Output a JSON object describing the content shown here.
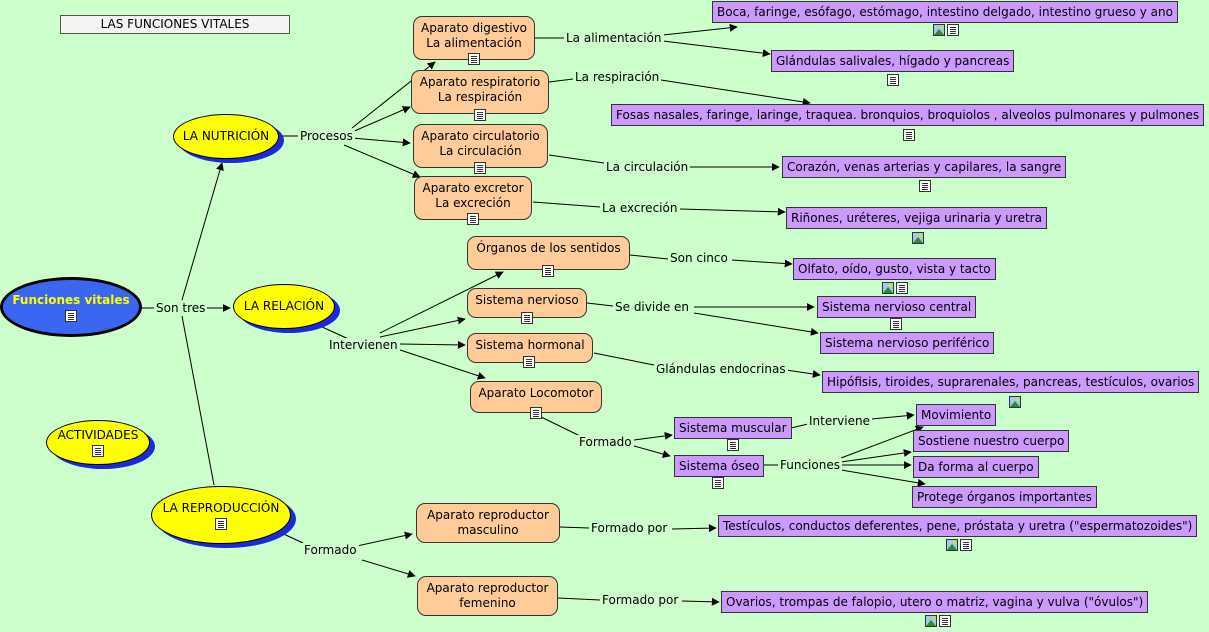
{
  "title": "LAS FUNCIONES VITALES",
  "root": "Funciones vitales",
  "main_nodes": {
    "nutricion": "LA NUTRICIÓN",
    "relacion": "LA RELACIÓN",
    "actividades": "ACTIVIDADES",
    "reproduccion": "LA REPRODUCCIÓN"
  },
  "labels": {
    "son_tres": "Son tres",
    "procesos": "Procesos",
    "intervienen": "Intervienen",
    "formado": "Formado",
    "la_alimentacion": "La alimentación",
    "la_respiracion": "La respiración",
    "la_circulacion": "La circulación",
    "la_excrecion": "La excreción",
    "son_cinco": "Son cinco",
    "se_divide_en": "Se divide en",
    "glandulas_endocrinas": "Glándulas endocrinas",
    "formado_loco": "Formado",
    "interviene": "Interviene",
    "funciones": "Funciones",
    "formado_por_m": "Formado por",
    "formado_por_f": "Formado por"
  },
  "orange": {
    "digestivo": [
      "Aparato digestivo",
      "La alimentación"
    ],
    "respiratorio": [
      "Aparato respiratorio",
      "La respiración"
    ],
    "circulatorio": [
      "Aparato circulatorio",
      "La circulación"
    ],
    "excretor": [
      "Aparato excretor",
      "La excreción"
    ],
    "sentidos": [
      "Órganos de los sentidos"
    ],
    "nervioso": [
      "Sistema nervioso"
    ],
    "hormonal": [
      "Sistema hormonal"
    ],
    "locomotor": [
      "Aparato Locomotor"
    ],
    "masculino": [
      "Aparato reproductor",
      "masculino"
    ],
    "femenino": [
      "Aparato reproductor",
      "femenino"
    ]
  },
  "purple": {
    "boca": "Boca, faringe, esófago, estómago, intestino delgado, intestino grueso y ano",
    "glandulas_salivales": "Glándulas salivales, hígado y pancreas",
    "fosas": "Fosas nasales, faringe, laringe, traquea. bronquios, broquiolos , alveolos pulmonares y pulmones",
    "corazon": "Corazón, venas arterias y capilares, la sangre",
    "rinones": "Riñones, uréteres, vejiga urinaria y uretra",
    "olfato": "Olfato, oído, gusto, vista y tacto",
    "snc": "Sistema nervioso central",
    "snp": "Sistema nervioso periférico",
    "hipofisis": "Hipófisis, tiroides, suprarenales, pancreas, testículos, ovarios",
    "muscular": "Sistema muscular",
    "oseo": "Sistema óseo",
    "movimiento": "Movimiento",
    "sostiene": "Sostiene nuestro cuerpo",
    "da_forma": "Da forma al cuerpo",
    "protege": "Protege órganos importantes",
    "testiculos": "Testículos, conductos deferentes, pene, próstata y uretra (\"espermatozoides\")",
    "ovarios": "Ovarios, trompas de falopio, utero o matriz, vagina y vulva (\"óvulos\")"
  },
  "colors": {
    "background": "#ccffcc",
    "ellipse_fill": "#ffff00",
    "root_fill": "#3a66f0",
    "root_text": "#ffff00",
    "ellipse_shadow": "#1a2ad8",
    "orange_fill": "#ffcc99",
    "purple_fill": "#cc99ff"
  },
  "icons": [
    "document-icon",
    "image-icon"
  ]
}
